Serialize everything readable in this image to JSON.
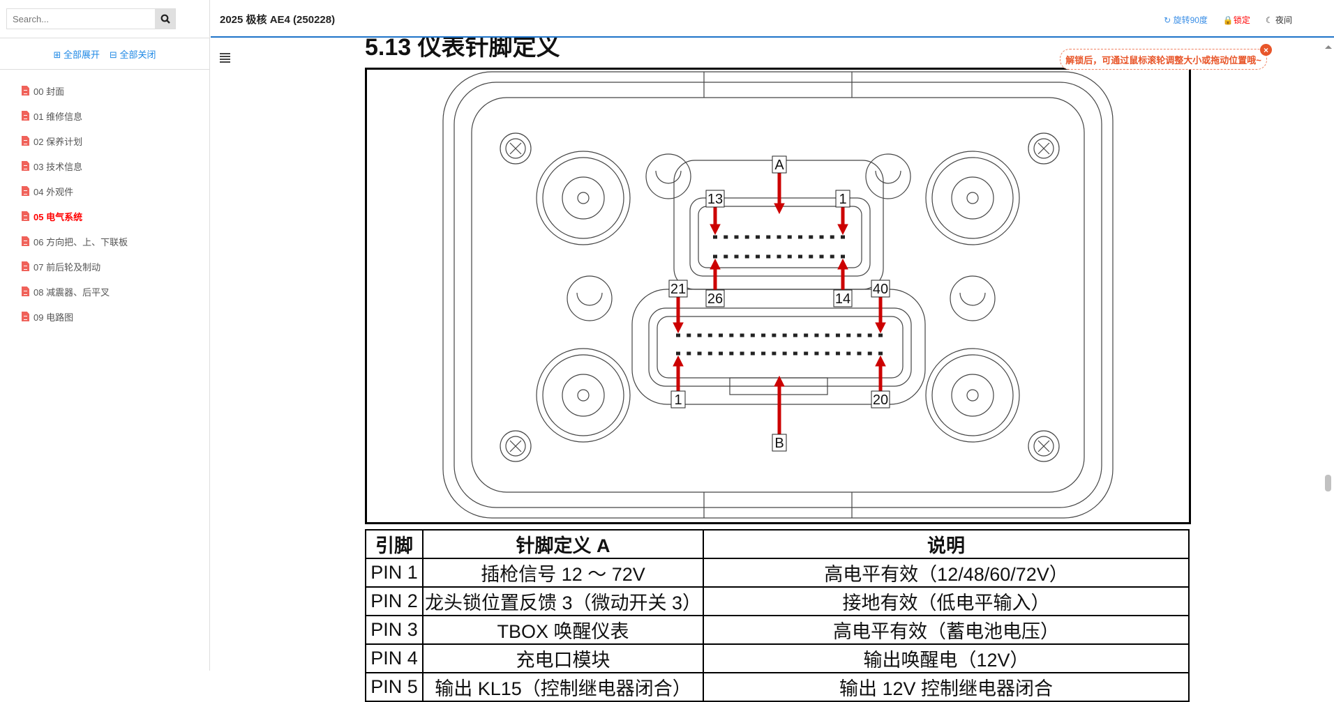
{
  "sidebar": {
    "search_placeholder": "Search...",
    "expand_all": "⊞ 全部展开",
    "collapse_all": "⊟ 全部关闭",
    "items": [
      {
        "label": "00 封面"
      },
      {
        "label": "01 维修信息"
      },
      {
        "label": "02 保养计划"
      },
      {
        "label": "03 技术信息"
      },
      {
        "label": "04 外观件"
      },
      {
        "label": "05 电气系统",
        "active": true
      },
      {
        "label": "06 方向把、上、下联板"
      },
      {
        "label": "07 前后轮及制动"
      },
      {
        "label": "08 减震器、后平叉"
      },
      {
        "label": "09 电路图"
      }
    ]
  },
  "header": {
    "title": "2025 极核 AE4 (250228)",
    "rotate": "旋转90度",
    "lock": "锁定",
    "night": "夜间"
  },
  "tip": {
    "text": "解锁后，可通过鼠标滚轮调整大小或拖动位置哦~",
    "close": "×"
  },
  "doc": {
    "section_title": "5.13 仪表针脚定义",
    "diagram_labels": {
      "A": "A",
      "B": "B",
      "p13": "13",
      "p1a": "1",
      "p26": "26",
      "p14": "14",
      "p21": "21",
      "p40": "40",
      "p1b": "1",
      "p20": "20"
    },
    "table": {
      "headers": [
        "引脚",
        "针脚定义 A",
        "说明"
      ],
      "rows": [
        [
          "PIN 1",
          "插枪信号 12 ～ 72V",
          "高电平有效（12/48/60/72V）"
        ],
        [
          "PIN 2",
          "龙头锁位置反馈 3（微动开关 3）",
          "接地有效（低电平输入）"
        ],
        [
          "PIN 3",
          "TBOX 唤醒仪表",
          "高电平有效（蓄电池电压）"
        ],
        [
          "PIN 4",
          "充电口模块",
          "输出唤醒电（12V）"
        ],
        [
          "PIN 5",
          "输出 KL15（控制继电器闭合）",
          "输出 12V 控制继电器闭合"
        ]
      ]
    }
  },
  "colors": {
    "accent": "#1e73c8",
    "active": "#ff0000",
    "arrow": "#cc0000",
    "tip": "#e8562a"
  }
}
